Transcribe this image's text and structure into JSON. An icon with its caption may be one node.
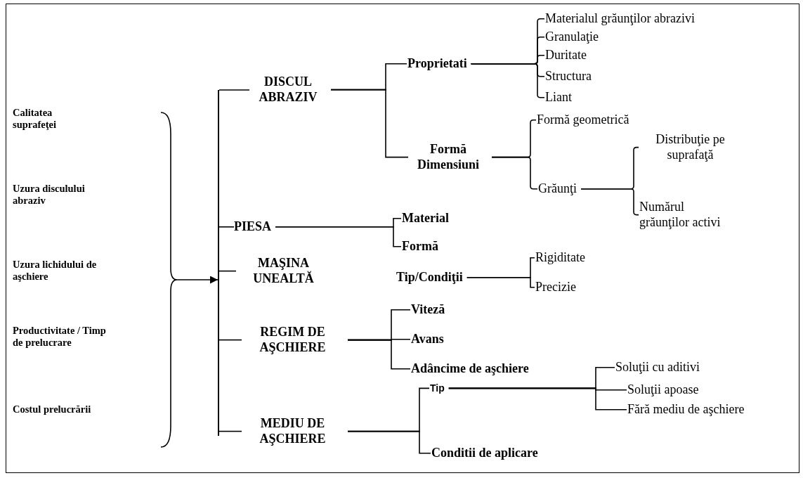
{
  "diagram": {
    "nodes": [
      {
        "text": [
          "Calitatea suprafeţei"
        ]
      },
      {
        "text": [
          "Uzura disculului abraziv"
        ]
      },
      {
        "text": [
          "Uzura lichidului de aşchiere"
        ]
      },
      {
        "text": [
          "Productivitate / Timp de prelucrare"
        ]
      },
      {
        "text": [
          "Costul prelucrării"
        ]
      },
      {
        "text": [],
        "shape": "bar"
      },
      {
        "text": [
          "DISCUL ABRAZIV"
        ]
      },
      {
        "text": [
          "PIESA"
        ]
      },
      {
        "text": [
          "MAŞINA UNEALTĂ"
        ]
      },
      {
        "text": [
          "REGIM DE AŞCHIERE"
        ]
      },
      {
        "text": [
          "MEDIU DE AŞCHIERE"
        ]
      },
      {
        "text": [
          "Proprietati"
        ]
      },
      {
        "text": [
          "Formă Dimensiuni"
        ]
      },
      {
        "text": [
          "Materialul grăunţilor abrazivi"
        ]
      },
      {
        "text": [
          "Granulaţie"
        ]
      },
      {
        "text": [
          "Duritate"
        ]
      },
      {
        "text": [
          "Structura"
        ]
      },
      {
        "text": [
          "Liant"
        ]
      },
      {
        "text": [
          "Formă geometrică"
        ]
      },
      {
        "text": [
          "Grăunţi"
        ]
      },
      {
        "text": [
          "Distribuţie pe suprafaţă"
        ]
      },
      {
        "text": [
          "Numărul grăunţilor activi"
        ]
      },
      {
        "text": [
          "Material"
        ]
      },
      {
        "text": [
          "Formă"
        ]
      },
      {
        "text": [
          "Tip/Condiţii"
        ]
      },
      {
        "text": [
          "Rigiditate"
        ]
      },
      {
        "text": [
          "Precizie"
        ]
      },
      {
        "text": [
          "Viteză"
        ]
      },
      {
        "text": [
          "Avans"
        ]
      },
      {
        "text": [
          "Adâncime de aşchiere"
        ]
      },
      {
        "text": [
          "Tip"
        ]
      },
      {
        "text": [
          "Conditii de aplicare"
        ]
      },
      {
        "text": [
          "Soluţii cu aditivi"
        ]
      },
      {
        "text": [
          "Soluţii apoase"
        ]
      },
      {
        "text": [
          "Fără mediu de aşchiere"
        ]
      },
      {
        "text": [],
        "shape": "brace"
      }
    ],
    "edges": [
      {
        "from": 35,
        "to": 5,
        "arrow": "to"
      },
      {
        "from": 5,
        "to": 6,
        "arrow": "none"
      },
      {
        "from": 5,
        "to": 7,
        "arrow": "none"
      },
      {
        "from": 5,
        "to": 8,
        "arrow": "none"
      },
      {
        "from": 5,
        "to": 9,
        "arrow": "none"
      },
      {
        "from": 5,
        "to": 10,
        "arrow": "none"
      },
      {
        "from": 6,
        "to": 11,
        "arrow": "none"
      },
      {
        "from": 6,
        "to": 12,
        "arrow": "none"
      },
      {
        "from": 11,
        "to": 13,
        "arrow": "none"
      },
      {
        "from": 11,
        "to": 14,
        "arrow": "none"
      },
      {
        "from": 11,
        "to": 15,
        "arrow": "none"
      },
      {
        "from": 11,
        "to": 16,
        "arrow": "none"
      },
      {
        "from": 11,
        "to": 17,
        "arrow": "none"
      },
      {
        "from": 12,
        "to": 18,
        "arrow": "none"
      },
      {
        "from": 12,
        "to": 19,
        "arrow": "none"
      },
      {
        "from": 19,
        "to": 20,
        "arrow": "none"
      },
      {
        "from": 19,
        "to": 21,
        "arrow": "none"
      },
      {
        "from": 7,
        "to": 22,
        "arrow": "none"
      },
      {
        "from": 7,
        "to": 23,
        "arrow": "none"
      },
      {
        "from": 24,
        "to": 25,
        "arrow": "none"
      },
      {
        "from": 24,
        "to": 26,
        "arrow": "none"
      },
      {
        "from": 9,
        "to": 27,
        "arrow": "none"
      },
      {
        "from": 9,
        "to": 28,
        "arrow": "none"
      },
      {
        "from": 9,
        "to": 29,
        "arrow": "none"
      },
      {
        "from": 10,
        "to": 30,
        "arrow": "none"
      },
      {
        "from": 10,
        "to": 31,
        "arrow": "none"
      },
      {
        "from": 30,
        "to": 32,
        "arrow": "none"
      },
      {
        "from": 30,
        "to": 33,
        "arrow": "none"
      },
      {
        "from": 30,
        "to": 34,
        "arrow": "none"
      }
    ]
  }
}
